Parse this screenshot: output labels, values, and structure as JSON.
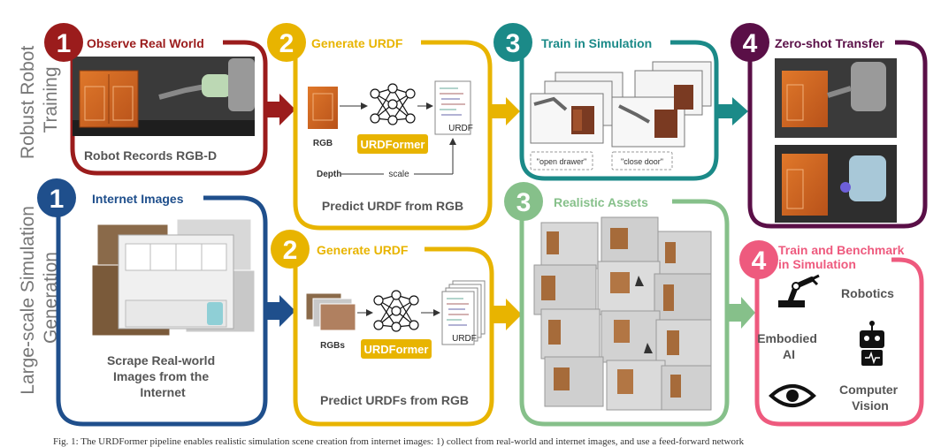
{
  "side_labels": {
    "top": [
      "Robust Robot",
      "Training"
    ],
    "bottom": [
      "Large-scale Simulation",
      "Generation"
    ]
  },
  "top_row": {
    "observe": {
      "num": "1",
      "title": "Observe Real World",
      "caption": "Robot Records RGB-D"
    },
    "generate": {
      "num": "2",
      "title": "Generate URDF",
      "model": "URDFormer",
      "rgb_label": "RGB",
      "depth_label": "Depth",
      "scale_label": "scale",
      "urdf_label": "URDF",
      "caption": "Predict URDF from RGB"
    },
    "train": {
      "num": "3",
      "title": "Train in Simulation",
      "task1": "\"open drawer\"",
      "task2": "\"close door\""
    },
    "transfer": {
      "num": "4",
      "title": "Zero-shot Transfer"
    }
  },
  "bottom_row": {
    "internet": {
      "num": "1",
      "title": "Internet Images",
      "caption": [
        "Scrape Real-world",
        "Images from the",
        "Internet"
      ]
    },
    "generate": {
      "num": "2",
      "title": "Generate URDF",
      "model": "URDFormer",
      "rgb_label": "RGBs",
      "urdf_label": "URDF",
      "caption": "Predict URDFs from RGB"
    },
    "assets": {
      "num": "3",
      "title": "Realistic Assets"
    },
    "benchmark": {
      "num": "4",
      "title": [
        "Train and Benchmark",
        "in Simulation"
      ],
      "items": {
        "robotics": "Robotics",
        "embodied": [
          "Embodied",
          "AI"
        ],
        "vision": [
          "Computer",
          "Vision"
        ]
      }
    }
  },
  "figure_caption": "Fig. 1: The URDFormer pipeline enables realistic simulation scene creation from internet images: 1) collect from real-world and internet images, and use a feed-forward network",
  "colors": {
    "red": "#9b1c1c",
    "yellow": "#e8b400",
    "teal": "#1b8a88",
    "purple": "#5a0f47",
    "blue": "#1f4f8c",
    "green": "#86c08a",
    "pink": "#ee5a7e"
  }
}
